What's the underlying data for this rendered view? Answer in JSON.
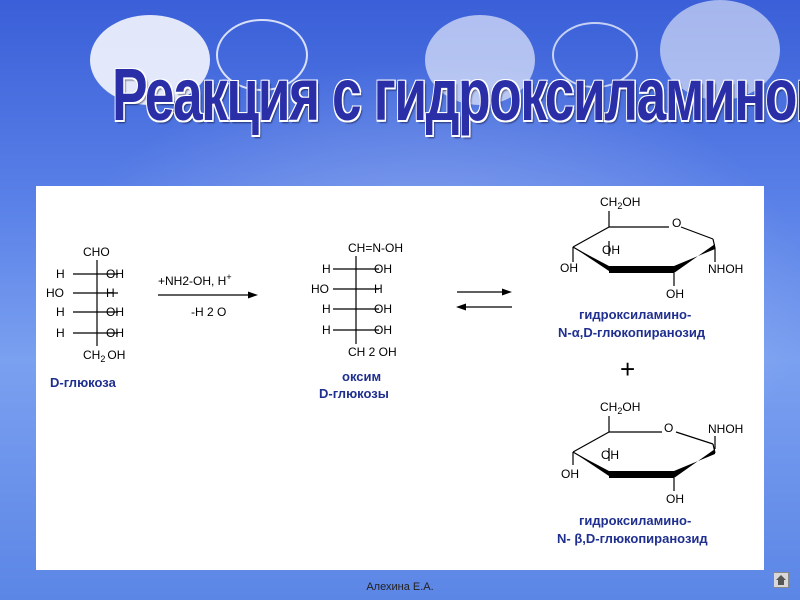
{
  "title": "Реакция с гидроксиламином",
  "footer": "Алехина Е.А.",
  "glucose": {
    "top": "CHO",
    "rows": [
      {
        "left": "H",
        "right": "OH"
      },
      {
        "left": "HO",
        "right": "H"
      },
      {
        "left": "H",
        "right": "OH"
      },
      {
        "left": "H",
        "right": "OH"
      }
    ],
    "bottom": "CH",
    "bottom_sub": "2",
    "bottom_end": "OH",
    "label": "D-глюкоза"
  },
  "reaction": {
    "reagent": "+NH2-OH, H",
    "reagent_sup": "+",
    "byproduct": "-H 2 O"
  },
  "oxime": {
    "top": "CH=N-OH",
    "rows": [
      {
        "left": "H",
        "right": "OH"
      },
      {
        "left": "HO",
        "right": "H"
      },
      {
        "left": "H",
        "right": "OH"
      },
      {
        "left": "H",
        "right": "OH"
      }
    ],
    "bottom": "CH 2 OH",
    "label_line1": "оксим",
    "label_line2": "D-глюкозы"
  },
  "alpha": {
    "ch2oh": "CH",
    "ch2oh_sub": "2",
    "ch2oh_end": "OH",
    "ring_o": "O",
    "oh_c3": "OH",
    "oh_c4": "OH",
    "oh_c2": "OH",
    "nhoh": "NHOH",
    "label_line1": "гидроксиламино-",
    "label_line2": "N-α,D-глюкопиранозид"
  },
  "plus": "+",
  "beta": {
    "ch2oh": "CH",
    "ch2oh_sub": "2",
    "ch2oh_end": "OH",
    "ring_o": "O",
    "oh_c3": "OH",
    "oh_c4": "OH",
    "oh_c2": "OH",
    "nhoh": "NHOH",
    "label_line1": "гидроксиламино-",
    "label_line2": "N- β,D-глюкопиранозид"
  },
  "colors": {
    "title": "#2a2fa8",
    "label": "#1f2f8f",
    "panel": "#ffffff"
  }
}
